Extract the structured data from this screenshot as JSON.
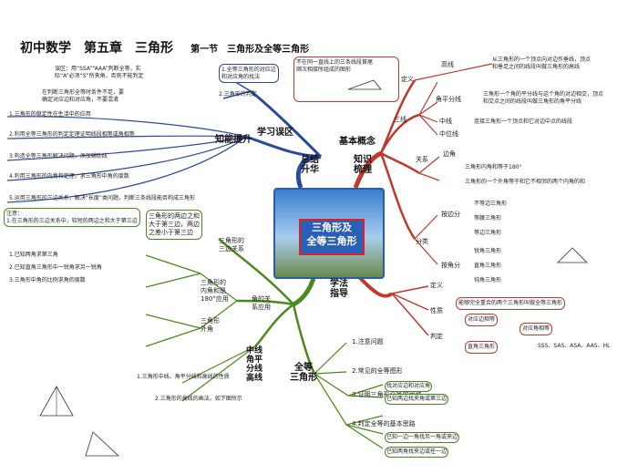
{
  "header": {
    "title": "初中数学　第五章　三角形",
    "section": "第一节　三角形及全等三角形"
  },
  "center": {
    "line1": "三角形及",
    "line2": "全等三角形"
  },
  "hubs": {
    "summary": "总结\n升华",
    "knowledge": "知识\n梳理",
    "method": "学法\n指导",
    "misconception": "学习误区",
    "ability": "知能提升",
    "basic_concept": "基本概念",
    "congruent_tri": "全等\n三角形",
    "median_lines": "中线\n角平\n分线\n高线"
  },
  "misconception": {
    "items": [
      "1.全等三角形的对应边\n和对应角的找法",
      "2.三角形的判定"
    ],
    "notes": [
      "误区：用“SSA”“AAA”判断全等，实\n际“A”必须“S”所夹角，否则不能判定",
      "在判断三角形全等时条件不足，要\n确定对应边和对应角，不要混淆"
    ]
  },
  "ability": {
    "items": [
      "1.三角形的稳定性在生活中的应用",
      "2.利用全等三角形的判定定理证明线段相等或角相等",
      "3.构造全等三角形解决问题，添加辅助线",
      "4.利用三角形的内角和定理，求三角形中角的度数",
      "5.运用三角形的三边关系，解决“长度”类问题，判断三条线段能否构成三角形"
    ]
  },
  "concept": {
    "definition": "定义",
    "definition_text": "不在同一直线上的三条线段首尾\n顺次相接所组成的图形",
    "elements": "三线",
    "height": "高线",
    "height_text": "从三角形的一个顶点向对边作垂线，顶点\n和垂足之间的线段叫做三角形的高线",
    "bisector": "角平分线",
    "bisector_text": "三角形一个角的平分线与这个角的对边相交，顶点\n和交点之间的线段叫做三角形的角平分线",
    "median": "中线",
    "median_text": "连接三角形一个顶点和它对边中点的线段",
    "midline": "中位线",
    "relation": "关系",
    "sides": "边角",
    "angle_text": "三角形内角和等于180°",
    "ext_text": "三角形的一个外角等于和它不相邻的两个内角的和",
    "classify": "分类",
    "by_side": "按边分",
    "by_angle": "按角分",
    "side_classes": [
      "不等边三角形",
      "等腰三角形",
      "等边三角形"
    ],
    "angle_classes": [
      "锐角三角形",
      "直角三角形",
      "钝角三角形"
    ]
  },
  "congruent": {
    "definition": "定义",
    "definition_text": "能够完全重合的两个三角形叫做全等三角形",
    "property": "性质",
    "property_items": [
      "对应边相等",
      "对应角相等"
    ],
    "judge": "判定",
    "judge_items": [
      "SSS、SAS、ASA、AAS、HL"
    ],
    "rt": "直角三角形"
  },
  "method": {
    "three_side": "三角形的\n三边关系",
    "three_side_text": "三角形的两边之和\n大于第三边，两边\n之差小于第三边",
    "angle_sum": "三角形的\n内角和是\n180°应用",
    "ext_angle": "三角形\n外角",
    "angle_relation": "角的关\n系应用",
    "notes_left": [
      "1.已知两角求第三角",
      "2.已知直角三角形中一锐角求另一锐角",
      "3.三角形中角的比例求角的度数"
    ],
    "tips": "注意：\n1.在三角形的三边关系中，较短的两边之和大于第三边",
    "median_item1": "1.三角形中线、角平分线和高线的性质",
    "median_item2": "2.三角形的高线的画法，如下图所示",
    "congruent_items": [
      "1.注意问题",
      "2.常见的全等图形",
      "3.证明三角形全等的思路",
      "4.判定全等的基本思路"
    ],
    "congruent_notes": [
      "找对应边和对应角",
      "已知两边找夹角或第三边",
      "已知一边一角找另一角或夹边",
      "已知两角找夹边或任一边"
    ]
  },
  "colors": {
    "red": "#c0392b",
    "blue": "#2a4aa0",
    "green": "#4a8a1a",
    "accent": "#2b5da8"
  }
}
